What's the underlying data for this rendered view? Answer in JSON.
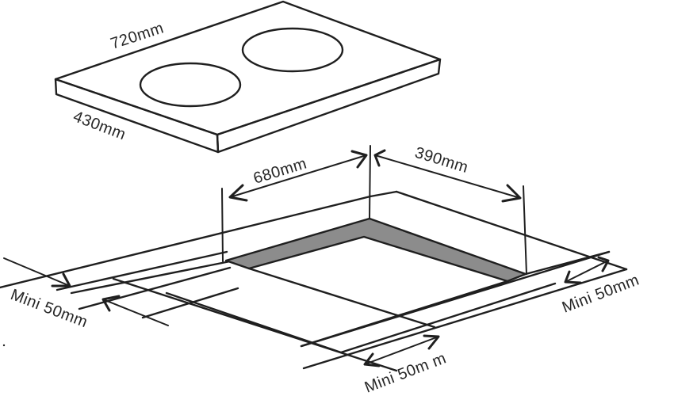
{
  "diagram": {
    "subject": "Two-zone cooktop installation dimensions",
    "cooktop": {
      "width_label": "720mm",
      "depth_label": "430mm",
      "burners": 2
    },
    "cutout": {
      "width_label": "680mm",
      "depth_label": "390mm"
    },
    "clearances": {
      "left_label": "Mini 50mm",
      "front_label": "Mini 50m m",
      "right_label": "Mini 50mm"
    }
  },
  "colors": {
    "line": "#1f1f1f",
    "cutout_fill": "#8c8c8c",
    "background": "#ffffff"
  }
}
